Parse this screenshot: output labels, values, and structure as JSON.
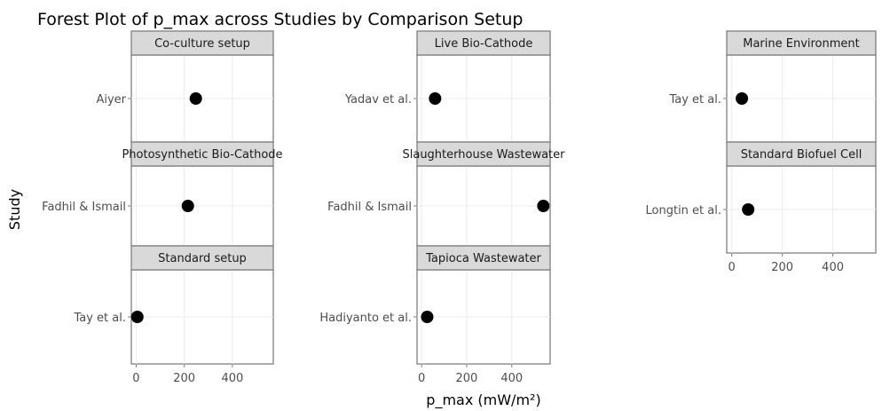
{
  "chart_data": {
    "type": "scatter",
    "title": "Forest Plot of p_max across Studies by Comparison Setup",
    "xlabel": "p_max (mW/m²)",
    "ylabel": "Study",
    "xlim": [
      -20,
      570
    ],
    "x_ticks": [
      "0",
      "200",
      "400"
    ],
    "grid": true,
    "facets": [
      {
        "label": "Co-culture setup",
        "study": "Aiyer",
        "p_max": 248
      },
      {
        "label": "Photosynthetic Bio-Cathode",
        "study": "Fadhil & Ismail",
        "p_max": 215
      },
      {
        "label": "Standard setup",
        "study": "Tay et al.",
        "p_max": 5
      },
      {
        "label": "Live Bio-Cathode",
        "study": "Yadav et al.",
        "p_max": 60
      },
      {
        "label": "Slaughterhouse Wastewater",
        "study": "Fadhil & Ismail",
        "p_max": 540
      },
      {
        "label": "Tapioca Wastewater",
        "study": "Hadiyanto et al.",
        "p_max": 25
      },
      {
        "label": "Marine Environment",
        "study": "Tay et al.",
        "p_max": 40
      },
      {
        "label": "Standard Biofuel Cell",
        "study": "Longtin et al.",
        "p_max": 65
      }
    ]
  }
}
